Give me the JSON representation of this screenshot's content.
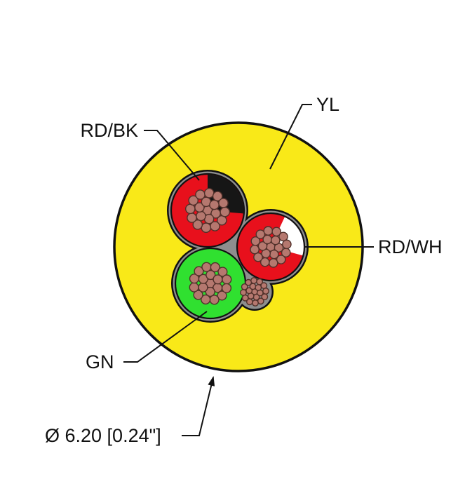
{
  "diagram": {
    "type": "cable cross-section",
    "labels": {
      "jacket": "YL",
      "conductor_red_black": "RD/BK",
      "conductor_red_white": "RD/WH",
      "conductor_green": "GN",
      "diameter": "Ø 6.20 [0.24\"]"
    },
    "colors": {
      "jacket": "#F9E918",
      "red": "#E8101C",
      "green": "#30E030",
      "black_stripe": "#161616",
      "white_stripe": "#FFFFFF",
      "filler": "#8E8E8E",
      "copper": "#B5786F",
      "copper_outline": "#50302A",
      "outline": "#111111"
    }
  }
}
